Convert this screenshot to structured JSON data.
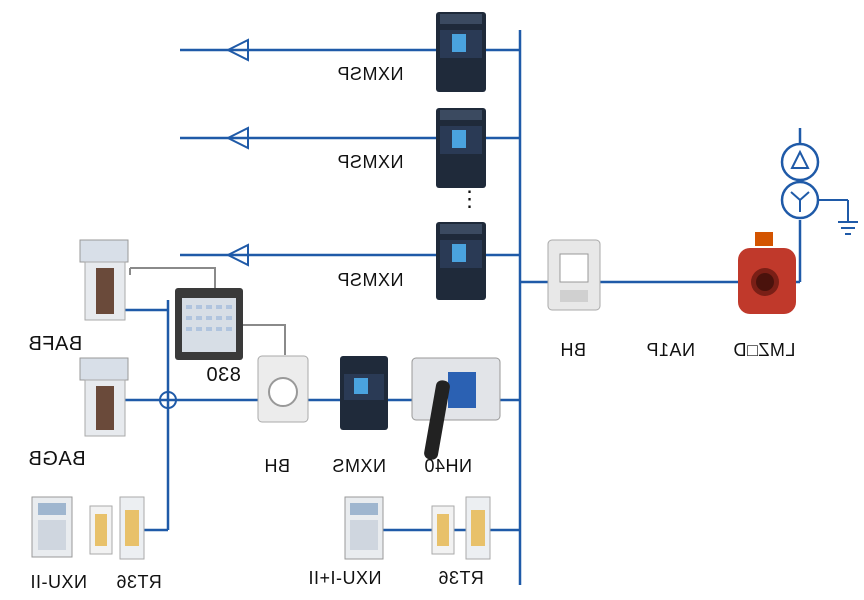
{
  "colors": {
    "wire": "#1f5aa8",
    "wire_grey": "#8a8a8a",
    "breaker": "#1f2a3a",
    "breaker_face": "#2a3a55",
    "ct_red": "#c0392b"
  },
  "labels": {
    "feeder_1": "NXMSP",
    "feeder_2": "NXMSP",
    "feeder_3": "NXMSP",
    "dots": "⋮",
    "bafb": "BAFB",
    "bagb": "BAGB",
    "meter": "830",
    "ct_left": "BH",
    "breaker_mid": "NXMS",
    "switch": "NH40",
    "ct_right": "BH",
    "na1p": "NA1P",
    "lmz": "LMZ□D",
    "rt36_left": "RT36",
    "nxu_left": "NXU-II",
    "rt36_right": "RT36",
    "nxu_right": "NXU-I+II"
  },
  "icons": [
    "transformer-icon",
    "ground-icon",
    "arrow-icon",
    "breaker-icon",
    "capacitor-icon",
    "meter-icon",
    "current-transformer-icon",
    "disconnect-switch-icon",
    "surge-protector-icon",
    "fuse-icon"
  ]
}
